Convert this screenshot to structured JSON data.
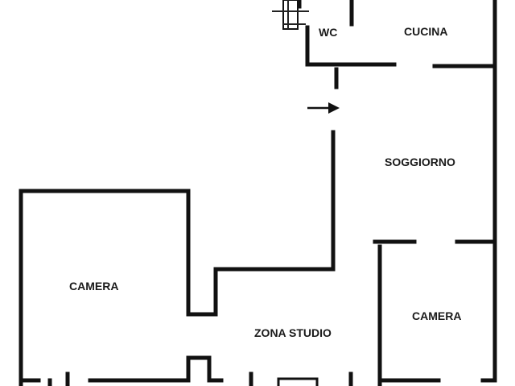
{
  "rooms": {
    "wc": "WC",
    "cucina": "CUCINA",
    "soggiorno": "SOGGIORNO",
    "camera_left": "CAMERA",
    "zona_studio": "ZONA STUDIO",
    "camera_right": "CAMERA"
  },
  "icons": {
    "entrance": "arrow-right-icon"
  },
  "colors": {
    "wall": "#111111",
    "background": "#ffffff",
    "label": "#1a1a1a"
  }
}
